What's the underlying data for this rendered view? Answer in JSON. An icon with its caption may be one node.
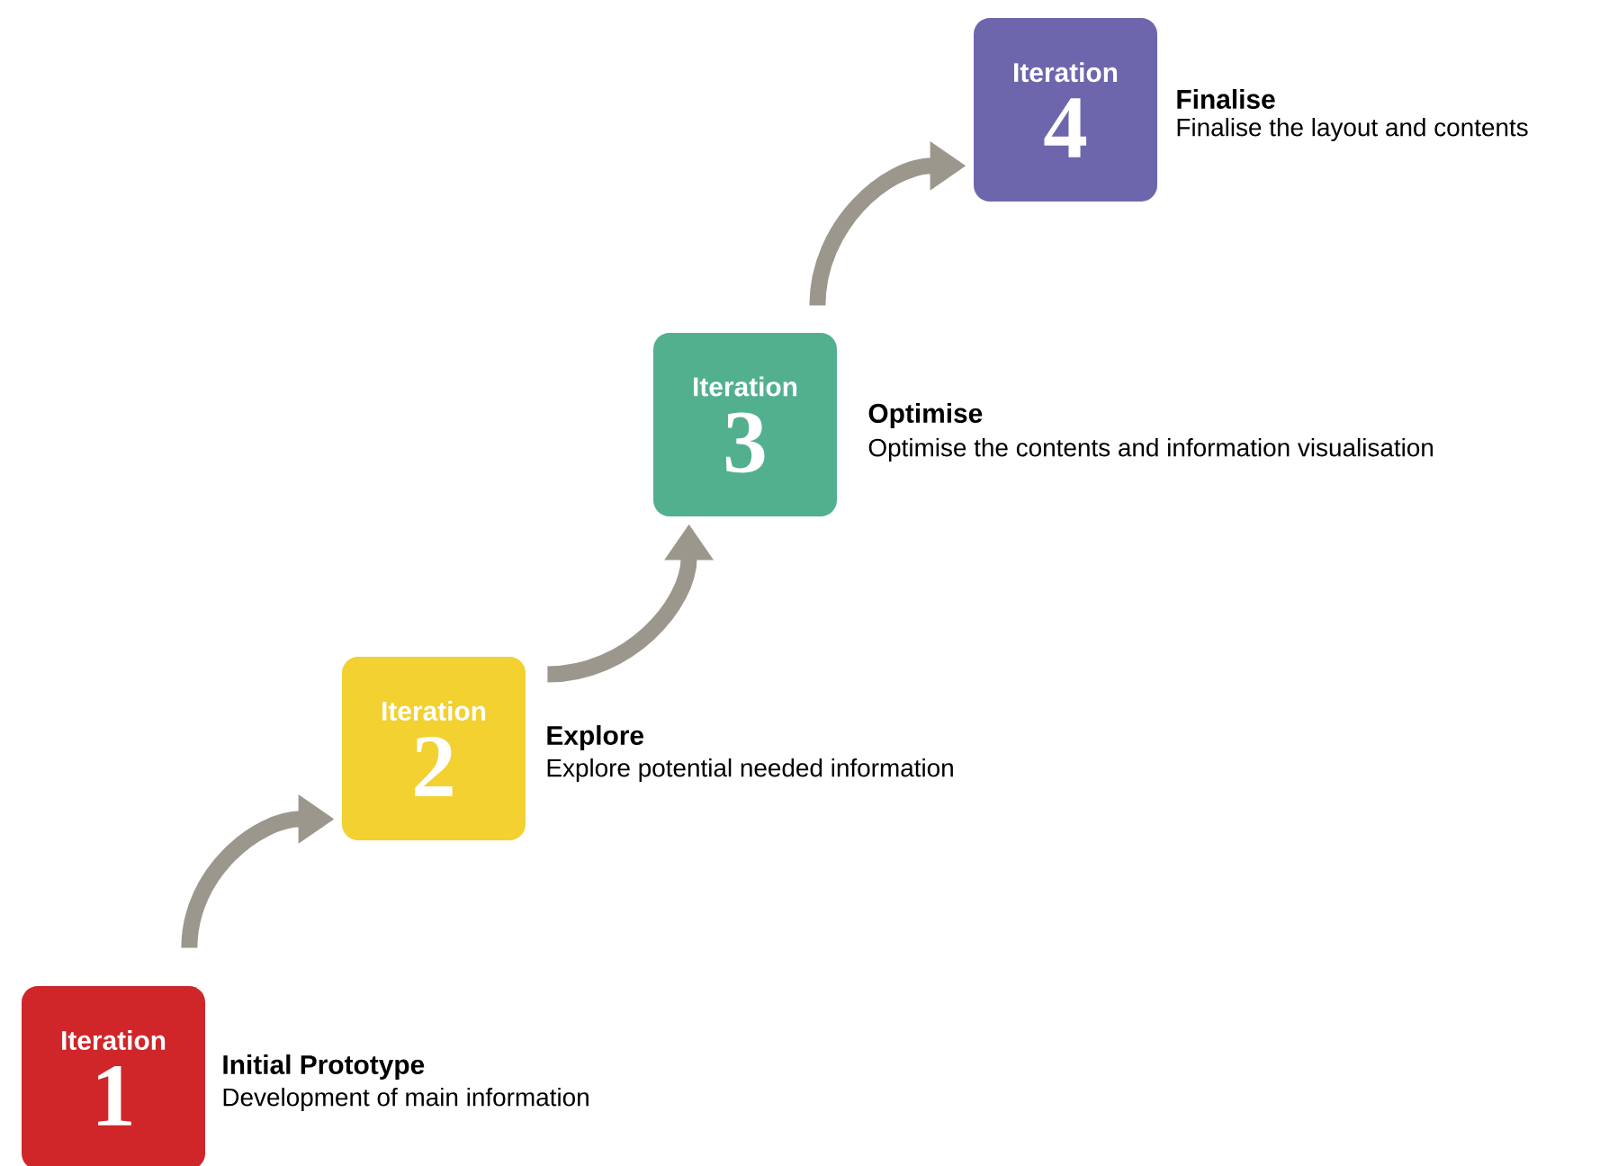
{
  "diagram": {
    "nodes": [
      {
        "text": [
          "Iteration",
          "1"
        ],
        "beside": [
          "Initial Prototype",
          "Development of main information"
        ]
      },
      {
        "text": [
          "Iteration",
          "2"
        ],
        "beside": [
          "Explore",
          "Explore potential needed information"
        ]
      },
      {
        "text": [
          "Iteration",
          "3"
        ],
        "beside": [
          "Optimise",
          "Optimise the contents and information visualisation"
        ]
      },
      {
        "text": [
          "Iteration",
          "4"
        ],
        "beside": [
          "Finalise",
          "Finalise the layout and contents"
        ]
      }
    ],
    "edges": [
      {
        "from": 0,
        "to": 1,
        "arrow": "to"
      },
      {
        "from": 1,
        "to": 2,
        "arrow": "to"
      },
      {
        "from": 2,
        "to": 3,
        "arrow": "to"
      }
    ]
  }
}
